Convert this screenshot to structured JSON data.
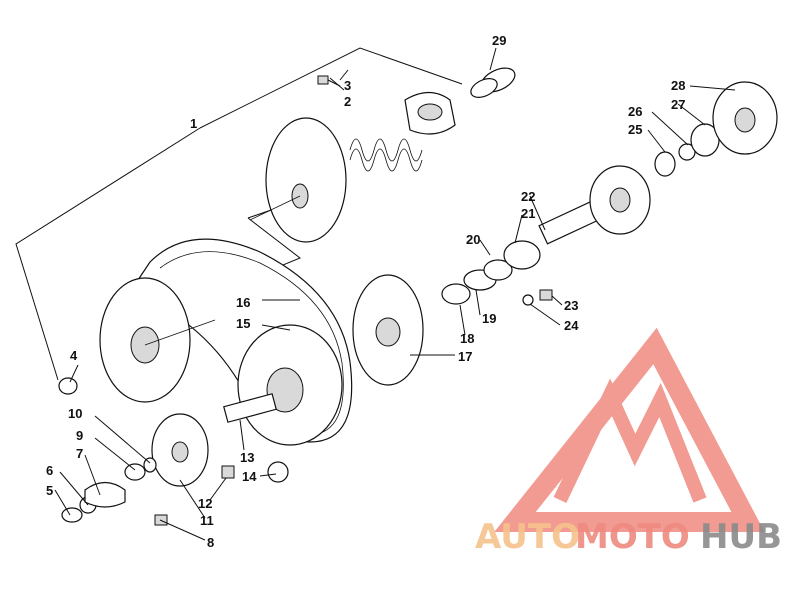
{
  "callouts": [
    "1",
    "2",
    "3",
    "4",
    "5",
    "6",
    "7",
    "8",
    "9",
    "10",
    "11",
    "12",
    "13",
    "14",
    "15",
    "16",
    "17",
    "18",
    "19",
    "20",
    "21",
    "22",
    "23",
    "24",
    "25",
    "26",
    "27",
    "28",
    "29"
  ],
  "watermark": {
    "brand_part_1": "AUTO",
    "brand_part_2": "MOTO",
    "brand_part_3": "HUB",
    "color_light": "#f6c28c",
    "color_red": "#ef8a7f",
    "color_dark": "#8b8b8b"
  }
}
